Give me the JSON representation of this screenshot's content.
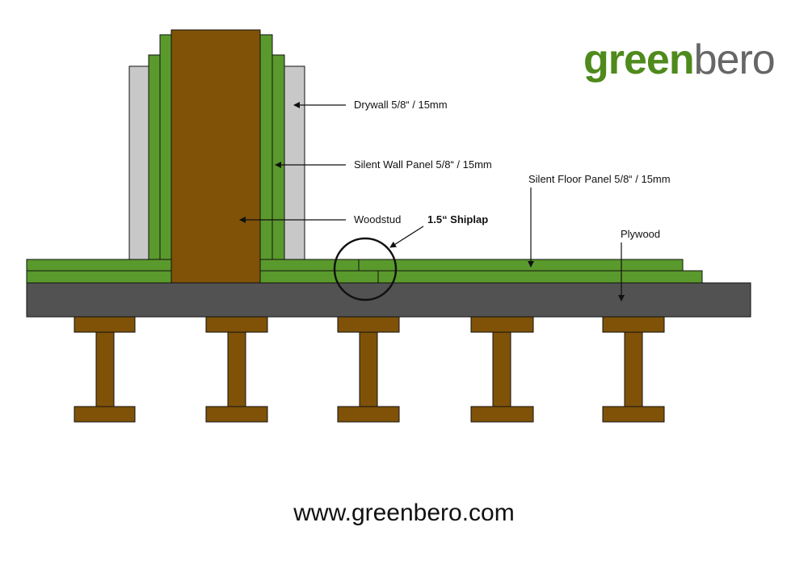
{
  "logo": {
    "part1": "green",
    "part2": "bero"
  },
  "labels": {
    "drywall": "Drywall 5/8“ / 15mm",
    "silent_wall_panel": "Silent Wall Panel 5/8“ / 15mm",
    "silent_floor_panel": "Silent Floor Panel 5/8“ / 15mm",
    "woodstud": "Woodstud",
    "shiplap": "1.5“ Shiplap",
    "plywood": "Plywood"
  },
  "website": "www.greenbero.com",
  "colors": {
    "green": "#5a9a2c",
    "wood": "#7f5208",
    "drywall": "#c8c8c8",
    "plywood": "#525252",
    "outline": "#111111",
    "logo_green": "#4f8a1c",
    "logo_grey": "#666666"
  }
}
